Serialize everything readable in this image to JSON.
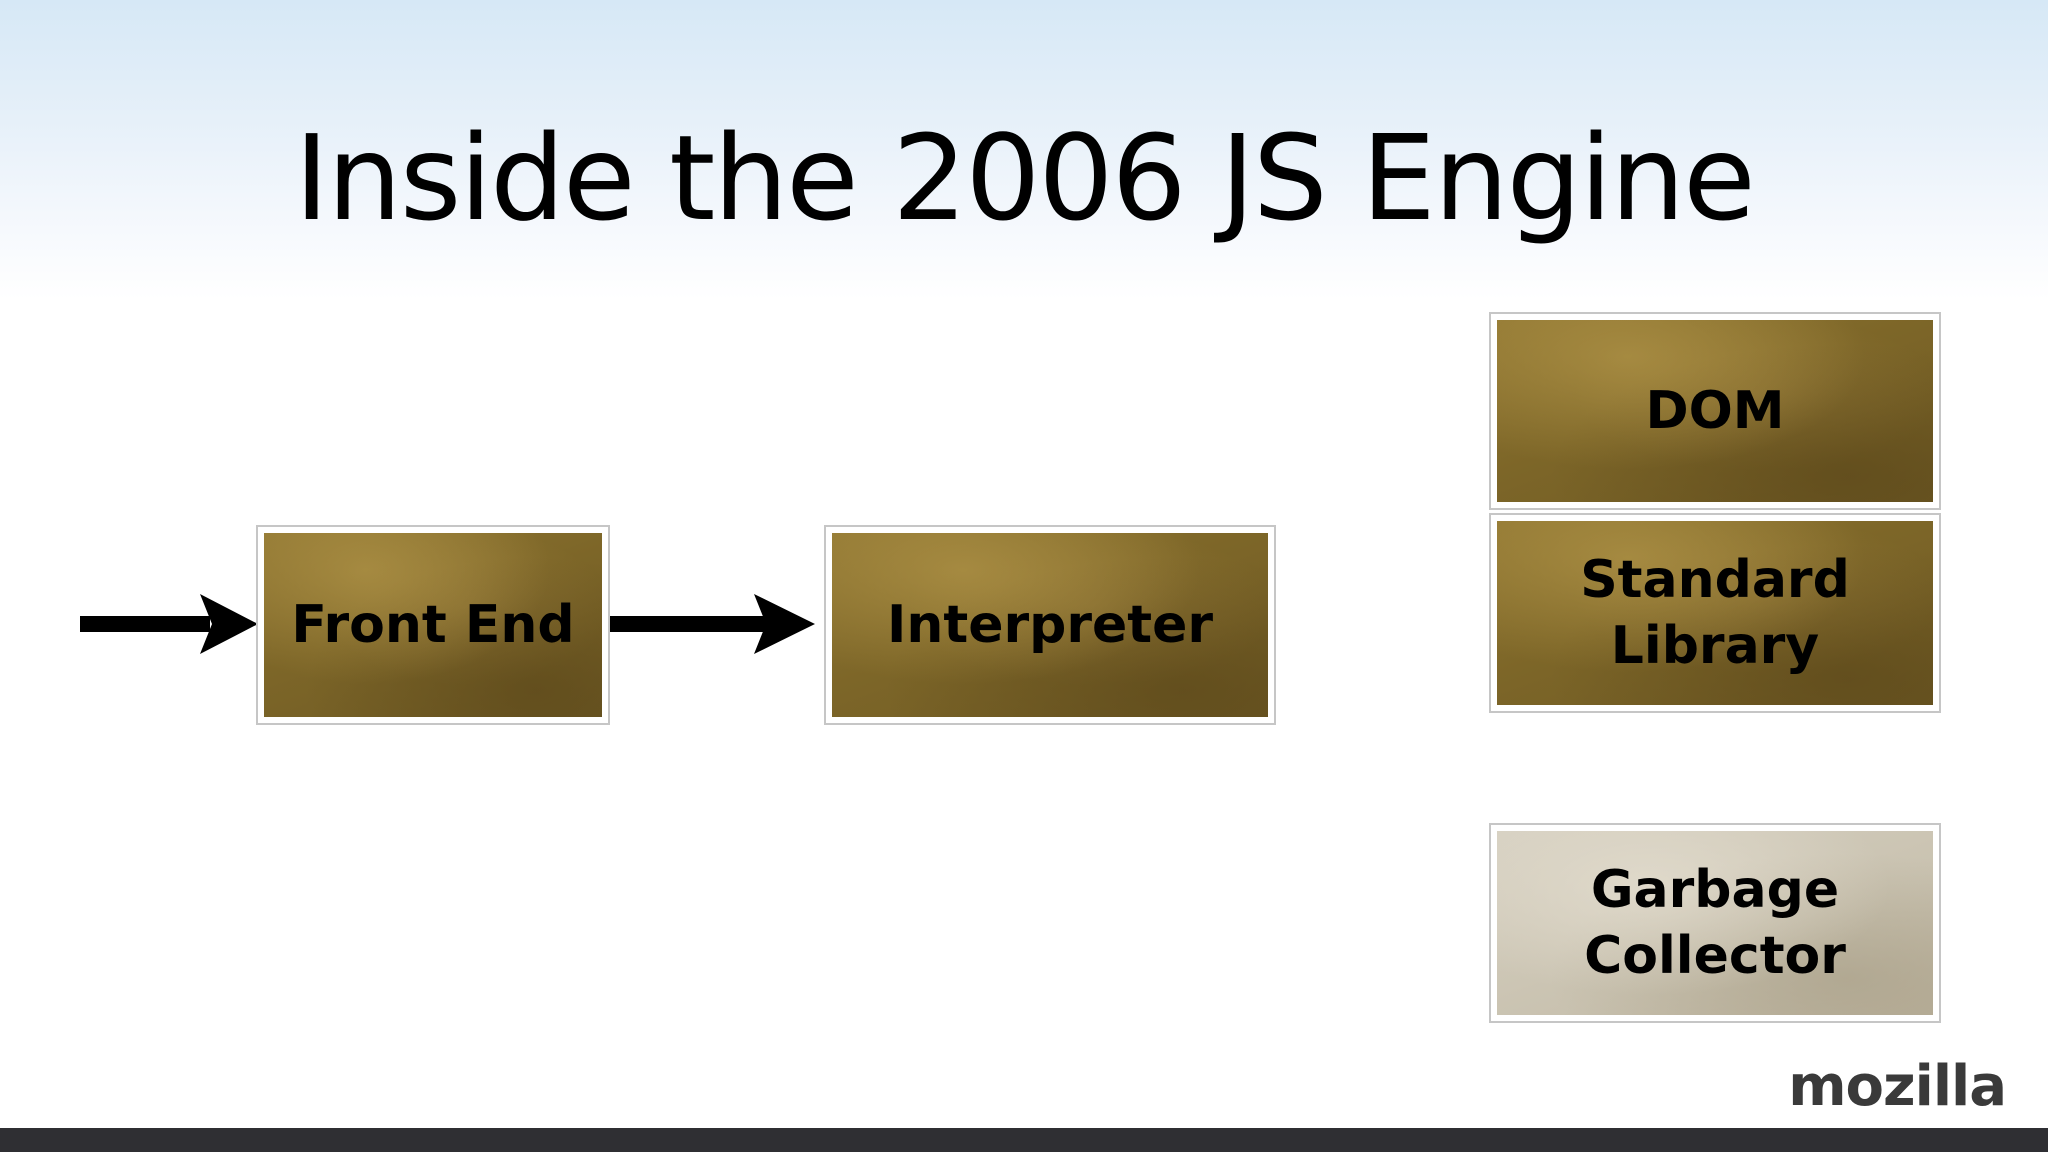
{
  "slide": {
    "title": "Inside the 2006 JS Engine",
    "logo_text": "mozilla"
  },
  "diagram": {
    "nodes": {
      "front_end": {
        "label": "Front End"
      },
      "interpreter": {
        "label": "Interpreter"
      },
      "dom": {
        "label": "DOM"
      },
      "standard_library": {
        "line1": "Standard",
        "line2": "Library"
      },
      "garbage_collector": {
        "line1": "Garbage",
        "line2": "Collector"
      }
    },
    "edges": [
      {
        "from": "input",
        "to": "front_end"
      },
      {
        "from": "front_end",
        "to": "interpreter"
      }
    ],
    "colors": {
      "component_box": "#7d6628",
      "garbage_collector_box": "#c9c2b0",
      "arrow": "#000000",
      "bottom_bar": "#2f2f33"
    }
  }
}
